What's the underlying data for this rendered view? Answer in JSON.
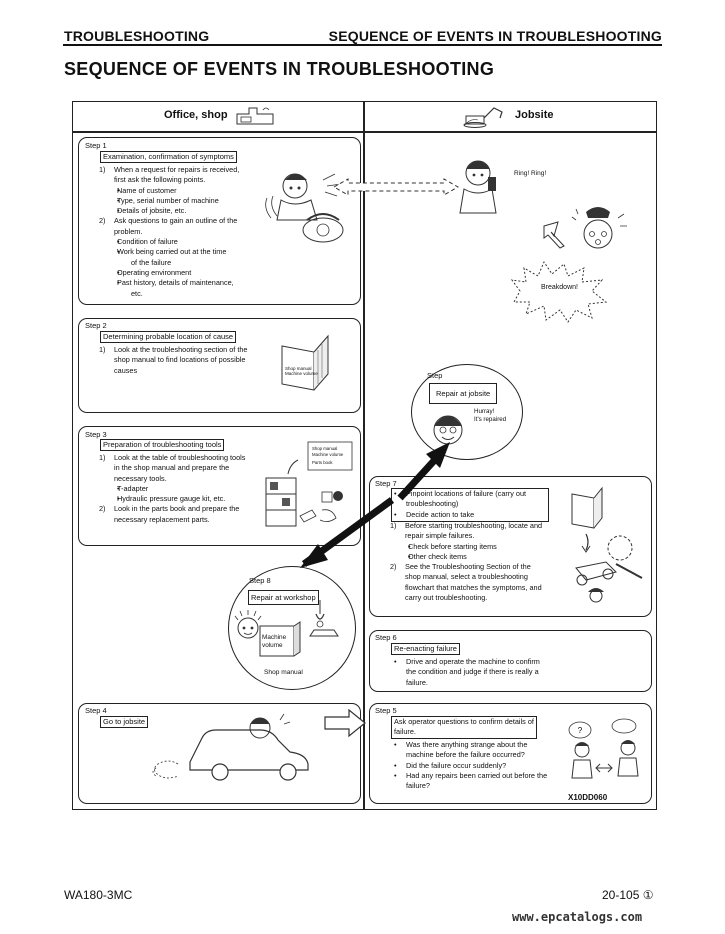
{
  "header": {
    "left": "TROUBLESHOOTING",
    "right": "SEQUENCE OF EVENTS IN TROUBLESHOOTING"
  },
  "title": "SEQUENCE OF EVENTS IN TROUBLESHOOTING",
  "columns": {
    "office": "Office,  shop",
    "jobsite": "Jobsite"
  },
  "step1": {
    "label": "Step 1",
    "heading": "Examination, confirmation of symptoms",
    "lines": [
      "When a request for repairs is received,",
      "first ask the following points.",
      "Name of customer",
      "Type, serial number of machine",
      "Details of jobsite, etc.",
      "Ask questions to gain an outline of the",
      "problem.",
      "Condition of failure",
      "Work being carried out at the time",
      "of the failure",
      "Operating environment",
      "Past history, details of maintenance,",
      "etc."
    ]
  },
  "step2": {
    "label": "Step 2",
    "heading": "Determining probable location of cause",
    "lines": [
      "Look at the troubleshooting section of the",
      "shop manual to find locations of possible",
      "causes"
    ]
  },
  "step3": {
    "label": "Step 3",
    "heading": "Preparation of troubleshooting tools",
    "lines": [
      "Look at the table of troubleshooting tools",
      "in the shop manual and prepare the",
      "necessary tools.",
      "T-adapter",
      "Hydraulic pressure gauge kit, etc.",
      "Look in the parts book and prepare the",
      "necessary replacement parts."
    ]
  },
  "step4": {
    "label": "Step 4",
    "heading": "Go to jobsite"
  },
  "step5": {
    "label": "Step 5",
    "heading_1": "Ask operator questions to confirm details of",
    "heading_2": "failure.",
    "lines": [
      "Was there anything strange about the",
      "machine before the failure occurred?",
      "Did the failure occur suddenly?",
      "Had any repairs been carried out before the",
      "failure?"
    ]
  },
  "step6": {
    "label": "Step 6",
    "heading": "Re-enacting failure",
    "lines": [
      "Drive and operate the machine to confirm",
      "the condition and judge if there is really a",
      "failure."
    ]
  },
  "step7": {
    "label": "Step 7",
    "bullets": [
      "Pinpoint locations of failure (carry out",
      "troubleshooting)",
      "Decide action to take"
    ],
    "lines": [
      "Before starting troubleshooting, locate and",
      "repair simple failures.",
      "Check before starting items",
      "Other check items",
      "See the Troubleshooting Section of the",
      "shop manual, select a troubleshooting",
      "flowchart that matches the symptoms, and",
      "carry out troubleshooting."
    ]
  },
  "step8": {
    "label": "Step 8",
    "heading": "Repair at workshop",
    "volume": [
      "Machine",
      "volume"
    ],
    "manual": "Shop manual"
  },
  "step_jobsite": {
    "label": "Step",
    "heading": "Repair at jobsite",
    "speech": [
      "Hurray!",
      "It's repaired"
    ]
  },
  "art_labels": {
    "ring": "Ring! Ring!",
    "breakdown": "Breakdown!",
    "manual_notes": [
      "Shop manual",
      "Machine volume"
    ],
    "tool_notes": [
      "Shop manual",
      "Machine volume",
      "Parts book"
    ],
    "figure_code": "X10DD060"
  },
  "footer": {
    "model": "WA180-3MC",
    "page": "20-105 ①",
    "watermark": "www.epcatalogs.com"
  }
}
